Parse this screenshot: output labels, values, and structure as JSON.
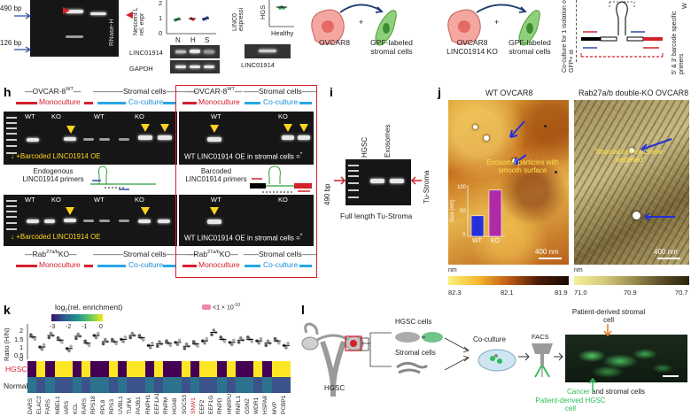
{
  "panels": {
    "top": {
      "gel_left": {
        "marker_490": "490 bp",
        "marker_126": "126 bp",
        "lane_label": "RNase-H"
      },
      "nescent": {
        "ylabel": "Nescent L rel. expr",
        "ticks": [
          "2",
          "1",
          "0"
        ],
        "xlabels": [
          "N",
          "H",
          "S"
        ],
        "blot_labels": [
          "LINC01914",
          "GAPDH"
        ]
      },
      "linc_expr": {
        "ylabel": "LINC0 expressi",
        "blot_label": "LINC01914"
      },
      "hgs": {
        "ylabel": "HGS",
        "xlabel": "Healthy"
      },
      "cells1": {
        "label_a": "OVCAR8",
        "label_b": "GPF-labeled stromal cells",
        "plus": "+"
      },
      "cells2": {
        "label_a": "OVCAR8 LINC01914 KO",
        "label_b": "GPF-labeled stromal cells",
        "plus": "+"
      },
      "coculture": {
        "rot_label": "Co-culture for 1 isolation of GFP+ st",
        "primers": "5' & 3' barcode specific primers",
        "cut": "W"
      }
    },
    "h": {
      "letter": "h",
      "left": {
        "header_a": "OVCAR-8",
        "header_a_sup": "WT",
        "header_b": "Stromal cells",
        "mono": "Monoculture",
        "co": "Co-culture",
        "lane_groups": [
          "WT",
          "KO",
          "WT",
          "KO"
        ],
        "caption_oe": "+Barcoded LINC01914 OE",
        "caption_primers": "Endogenous LINC01914 primers",
        "footer_a": "Rab",
        "footer_a_sup": "27a/b",
        "footer_a_suffix": "KO",
        "footer_b": "Stromal cells"
      },
      "right": {
        "header_a": "OVCAR-8",
        "header_a_sup": "WT",
        "header_b": "Stromal cells",
        "mono": "Monoculture",
        "co": "Co-culture",
        "lane_groups": [
          "WT",
          "KO"
        ],
        "note_top": "WT LINC01914 OE in stromal cells =",
        "note_bottom": "WT LINC01914 OE in stromal cells =",
        "caption_primers": "Barcoded LINC01914 primers",
        "footer_a": "Rab",
        "footer_a_sup": "27a/b",
        "footer_a_suffix": "KO",
        "footer_b": "Stromal cells"
      }
    },
    "i": {
      "letter": "i",
      "bp": "490 bp",
      "lanes": [
        "HGSC",
        "Exosomes"
      ],
      "side_label": "Tu-Stroma",
      "caption": "Full length Tu-Stroma"
    },
    "j": {
      "letter": "j",
      "left_title": "WT OVCAR8",
      "right_title": "Rab27a/b double-KO OVCAR8",
      "annot_left": "Exosome particles with smooth surface",
      "annot_right": "Stromal cell exosome depleted",
      "inset": {
        "ylabel": "Size (nm)",
        "categories": [
          "WT",
          "KO"
        ],
        "values": [
          40,
          90
        ],
        "ticks": [
          "100",
          "50",
          "0"
        ],
        "colors": [
          "#2430d8",
          "#b02aa8"
        ]
      },
      "scale_left": "400 nm",
      "scale_right": "400 nm",
      "cbar_left": {
        "unit": "nm",
        "ticks": [
          "82.3",
          "82.1",
          "81.9"
        ]
      },
      "cbar_right": {
        "unit": "nm",
        "ticks": [
          "71.0",
          "70.9",
          "70.7"
        ]
      }
    },
    "k": {
      "letter": "k",
      "legend_title": "log",
      "legend_title_sub": "2",
      "legend_title_suffix": "(rel. enrichment)",
      "legend_ticks": [
        "-3",
        "-2",
        "-1",
        "0"
      ],
      "pval": "<1 × 10",
      "pval_sup": "-10",
      "ylabel": "Ratio (H/N)",
      "yticks": [
        "2",
        "1.5",
        "1",
        "0.5",
        "0"
      ],
      "rows": [
        "HGSC",
        "Normal"
      ],
      "genes": [
        "DARS",
        "ELAC2",
        "FARS",
        "NBEL1",
        "IARS",
        "KCL",
        "RARS",
        "RPS18",
        "RPL8",
        "RPS3",
        "UVBL1",
        "TUFM",
        "PA2B1",
        "RNPH1",
        "EEF1A1",
        "RNPM",
        "HOAB",
        "SOCS3",
        "SNW1",
        "EEF2",
        "EEF1G",
        "RNPD",
        "HNRPU",
        "RNPL1",
        "GSN2",
        "WDR1",
        "HSPA8",
        "MVP",
        "PCBP1"
      ],
      "highlight_gene": "SNW1",
      "chart_data": {
        "type": "scatter",
        "ylabel": "Ratio (H/N)",
        "categories": [
          "DARS",
          "ELAC2",
          "FARS",
          "NBEL1",
          "IARS",
          "KCL",
          "RARS",
          "RPS18",
          "RPL8",
          "RPS3",
          "UVBL1",
          "TUFM",
          "PA2B1",
          "RNPH1",
          "EEF1A1",
          "RNPM",
          "HOAB",
          "SOCS3",
          "SNW1",
          "EEF2",
          "EEF1G",
          "RNPD",
          "HNRPU",
          "RNPL1",
          "GSN2",
          "WDR1",
          "HSPA8",
          "MVP",
          "PCBP1"
        ],
        "values": [
          1.45,
          0.8,
          1.55,
          1.25,
          0.7,
          1.5,
          1.05,
          1.55,
          1.15,
          1.15,
          1.3,
          1.55,
          1.4,
          0.9,
          1.0,
          1.05,
          1.1,
          0.85,
          1.0,
          1.2,
          1.75,
          1.3,
          1.1,
          1.25,
          1.3,
          1.2,
          1.05,
          1.2,
          0.9
        ],
        "ylim": [
          0,
          2.3
        ]
      }
    },
    "l": {
      "letter": "l",
      "organ_label": "HGSC",
      "hgsc_cells": "HGSC cells",
      "stromal_cells": "Stromal cells",
      "coculture": "Co-culture",
      "facs": "FACS",
      "patient_stromal": "Patient-derived stromal cell",
      "patient_hgsc": "Patient-derived HGSC cell",
      "caption_a": "Cancer",
      "caption_b": "and stromal cells"
    }
  },
  "colors": {
    "red": "#d3202c",
    "blue": "#1d8fd6",
    "yellow": "#ffd21f",
    "green": "#2dbb55",
    "orange": "#e07a1a",
    "heat_low": "#3b0f70",
    "heat_high": "#f5e616"
  }
}
